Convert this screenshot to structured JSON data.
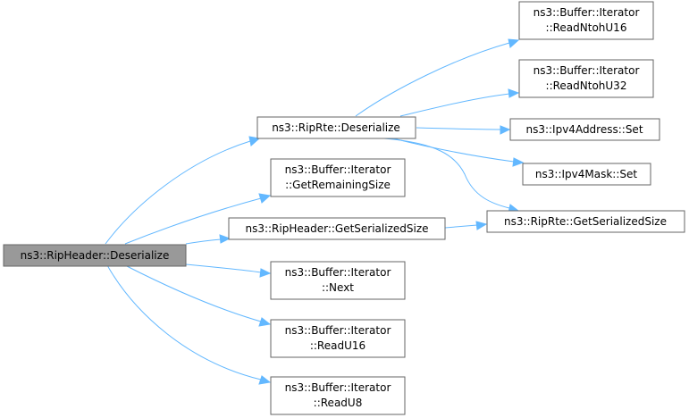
{
  "graph": {
    "nodes": {
      "root": [
        "ns3::RipHeader::Deserialize"
      ],
      "riprte_deserialize": [
        "ns3::RipRte::Deserialize"
      ],
      "iter_getremaining": [
        "ns3::Buffer::Iterator",
        "::GetRemainingSize"
      ],
      "ripheader_getserializedsize": [
        "ns3::RipHeader::GetSerializedSize"
      ],
      "iter_next": [
        "ns3::Buffer::Iterator",
        "::Next"
      ],
      "iter_readu16": [
        "ns3::Buffer::Iterator",
        "::ReadU16"
      ],
      "iter_readu8": [
        "ns3::Buffer::Iterator",
        "::ReadU8"
      ],
      "iter_readntohu16": [
        "ns3::Buffer::Iterator",
        "::ReadNtohU16"
      ],
      "iter_readntohu32": [
        "ns3::Buffer::Iterator",
        "::ReadNtohU32"
      ],
      "ipv4address_set": [
        "ns3::Ipv4Address::Set"
      ],
      "ipv4mask_set": [
        "ns3::Ipv4Mask::Set"
      ],
      "riprte_getserializedsize": [
        "ns3::RipRte::GetSerializedSize"
      ]
    }
  }
}
